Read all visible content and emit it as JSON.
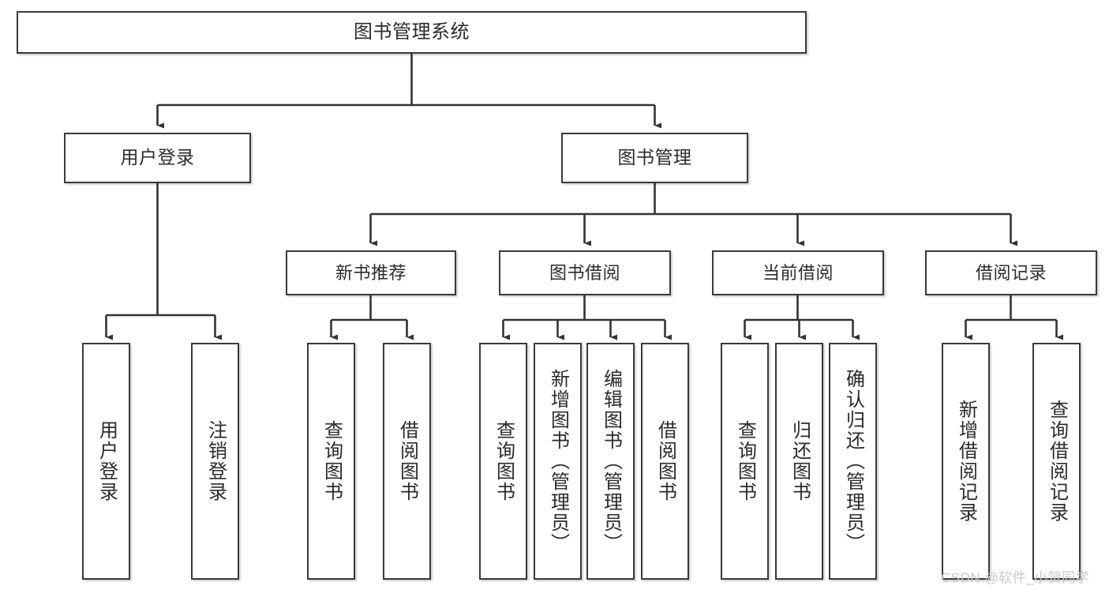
{
  "diagram": {
    "title": "图书管理系统",
    "type": "hierarchy-tree",
    "watermark": "CSDN @软件_小贺同学",
    "colors": {
      "box_border": "#3a3a3a",
      "box_fill": "#ffffff",
      "connector": "#333333",
      "text": "#2b2b2b",
      "watermark": "#c9c9c9",
      "background": "#ffffff"
    },
    "nodes": {
      "root": {
        "label": "图书管理系统",
        "level": 0
      },
      "level2": [
        {
          "id": "user-login",
          "label": "用户登录"
        },
        {
          "id": "book-manage",
          "label": "图书管理"
        }
      ],
      "level3": [
        {
          "id": "new-book-recommend",
          "label": "新书推荐",
          "parent": "book-manage"
        },
        {
          "id": "book-borrow",
          "label": "图书借阅",
          "parent": "book-manage"
        },
        {
          "id": "current-borrow",
          "label": "当前借阅",
          "parent": "book-manage"
        },
        {
          "id": "borrow-record",
          "label": "借阅记录",
          "parent": "book-manage"
        }
      ],
      "leaves": [
        {
          "id": "leaf-user-login",
          "label": "用户登录",
          "parent": "user-login"
        },
        {
          "id": "leaf-logout",
          "label": "注销登录",
          "parent": "user-login"
        },
        {
          "id": "leaf-query-book-1",
          "label": "查询图书",
          "parent": "new-book-recommend"
        },
        {
          "id": "leaf-borrow-book-1",
          "label": "借阅图书",
          "parent": "new-book-recommend"
        },
        {
          "id": "leaf-query-book-2",
          "label": "查询图书",
          "parent": "book-borrow"
        },
        {
          "id": "leaf-add-book",
          "label": "新增图书（管理员）",
          "parent": "book-borrow"
        },
        {
          "id": "leaf-edit-book",
          "label": "编辑图书（管理员）",
          "parent": "book-borrow"
        },
        {
          "id": "leaf-borrow-book-2",
          "label": "借阅图书",
          "parent": "book-borrow"
        },
        {
          "id": "leaf-query-book-3",
          "label": "查询图书",
          "parent": "current-borrow"
        },
        {
          "id": "leaf-return-book",
          "label": "归还图书",
          "parent": "current-borrow"
        },
        {
          "id": "leaf-confirm-return",
          "label": "确认归还（管理员）",
          "parent": "current-borrow"
        },
        {
          "id": "leaf-add-record",
          "label": "新增借阅记录",
          "parent": "borrow-record"
        },
        {
          "id": "leaf-query-record",
          "label": "查询借阅记录",
          "parent": "borrow-record"
        }
      ]
    }
  }
}
